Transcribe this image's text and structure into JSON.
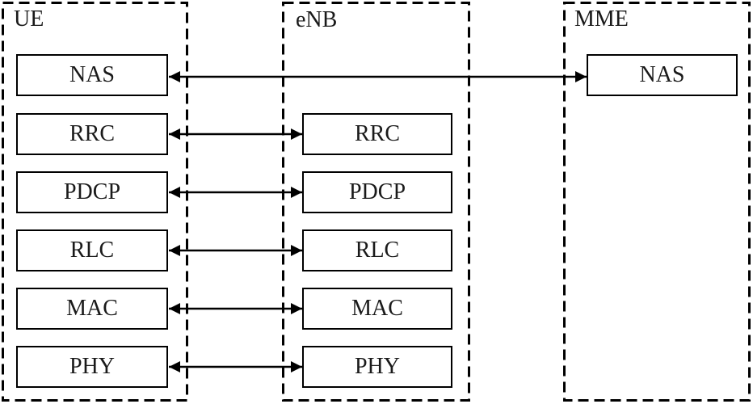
{
  "diagram": {
    "background_color": "#ffffff",
    "line_color": "#000000",
    "box_fill_color": "#ffffff",
    "text_color": "#1a1a1a",
    "entities": [
      {
        "id": "ue",
        "label": "UE",
        "layers": [
          {
            "label": "NAS"
          },
          {
            "label": "RRC"
          },
          {
            "label": "PDCP"
          },
          {
            "label": "RLC"
          },
          {
            "label": "MAC"
          },
          {
            "label": "PHY"
          }
        ]
      },
      {
        "id": "enb",
        "label": "eNB",
        "layers": [
          {
            "label": "RRC"
          },
          {
            "label": "PDCP"
          },
          {
            "label": "RLC"
          },
          {
            "label": "MAC"
          },
          {
            "label": "PHY"
          }
        ]
      },
      {
        "id": "mme",
        "label": "MME",
        "layers": [
          {
            "label": "NAS"
          }
        ]
      }
    ],
    "connections": [
      {
        "from": "UE.NAS",
        "to": "MME.NAS",
        "type": "double-arrow"
      },
      {
        "from": "UE.RRC",
        "to": "eNB.RRC",
        "type": "double-arrow"
      },
      {
        "from": "UE.PDCP",
        "to": "eNB.PDCP",
        "type": "double-arrow"
      },
      {
        "from": "UE.RLC",
        "to": "eNB.RLC",
        "type": "double-arrow"
      },
      {
        "from": "UE.MAC",
        "to": "eNB.MAC",
        "type": "double-arrow"
      },
      {
        "from": "UE.PHY",
        "to": "eNB.PHY",
        "type": "double-arrow"
      }
    ]
  }
}
